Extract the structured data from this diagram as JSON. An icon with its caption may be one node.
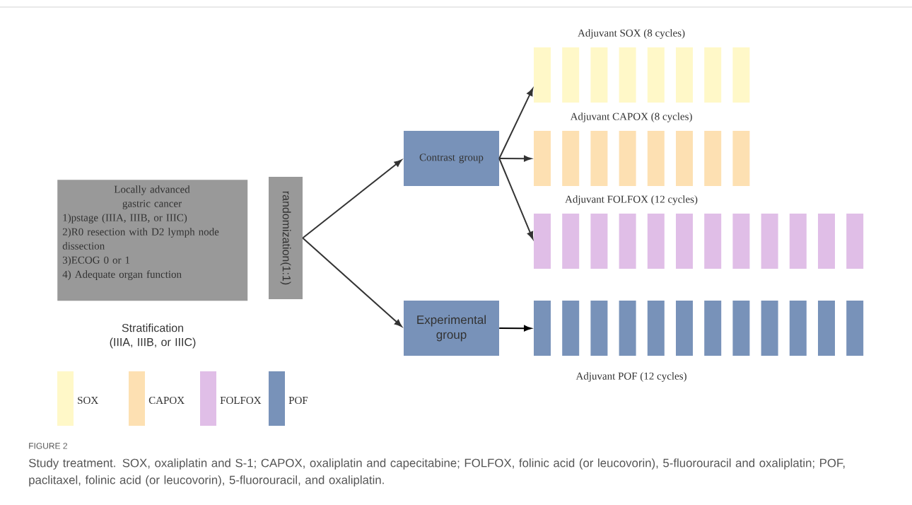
{
  "diagram": {
    "title": "FIGURE 2",
    "caption": "Study treatment. SOX, oxaliplatin and S-1; CAPOX, oxaliplatin and capecitabine; FOLFOX, folinic acid (or leucovorin), 5-fluorouracil and oxaliplatin; POF, paclitaxel, folinic acid (or leucovorin), 5-fluorouracil, and oxaliplatin.",
    "nodes": [
      {
        "text": [
          "Locally advanced gastric cancer",
          "1)pstage (IIIA, IIIB, or IIIC)",
          "2)R0 resection with D2 lymph node dissection",
          "3)ECOG 0 or 1",
          "4) Adequate organ function"
        ]
      },
      {
        "text": [
          "randomization(1:1)"
        ]
      },
      {
        "text": [
          "Contrast group"
        ]
      },
      {
        "text": [
          "Experimental group"
        ]
      },
      {
        "text": [
          "Adjuvant SOX (8 cycles)"
        ]
      },
      {
        "text": [
          "Adjuvant CAPOX (8 cycles)"
        ]
      },
      {
        "text": [
          "Adjuvant FOLFOX (12 cycles)"
        ]
      },
      {
        "text": [
          "Adjuvant POF (12 cycles)"
        ]
      }
    ],
    "edges": [
      {
        "from": 1,
        "to": 2,
        "arrow": "to"
      },
      {
        "from": 1,
        "to": 3,
        "arrow": "to"
      },
      {
        "from": 2,
        "to": 4,
        "arrow": "to"
      },
      {
        "from": 2,
        "to": 5,
        "arrow": "to"
      },
      {
        "from": 2,
        "to": 6,
        "arrow": "to"
      },
      {
        "from": 3,
        "to": 7,
        "arrow": "to",
        "color": "#000000"
      }
    ],
    "labels": [
      "Stratification (IIIA, IIIB, or IIIC)"
    ],
    "legend": [
      {
        "text": "SOX",
        "color": "#fff8c8"
      },
      {
        "text": "CAPOX",
        "color": "#fde0b2"
      },
      {
        "text": "FOLFOX",
        "color": "#e0bee7"
      },
      {
        "text": "POF",
        "color": "#7892b9"
      }
    ]
  }
}
